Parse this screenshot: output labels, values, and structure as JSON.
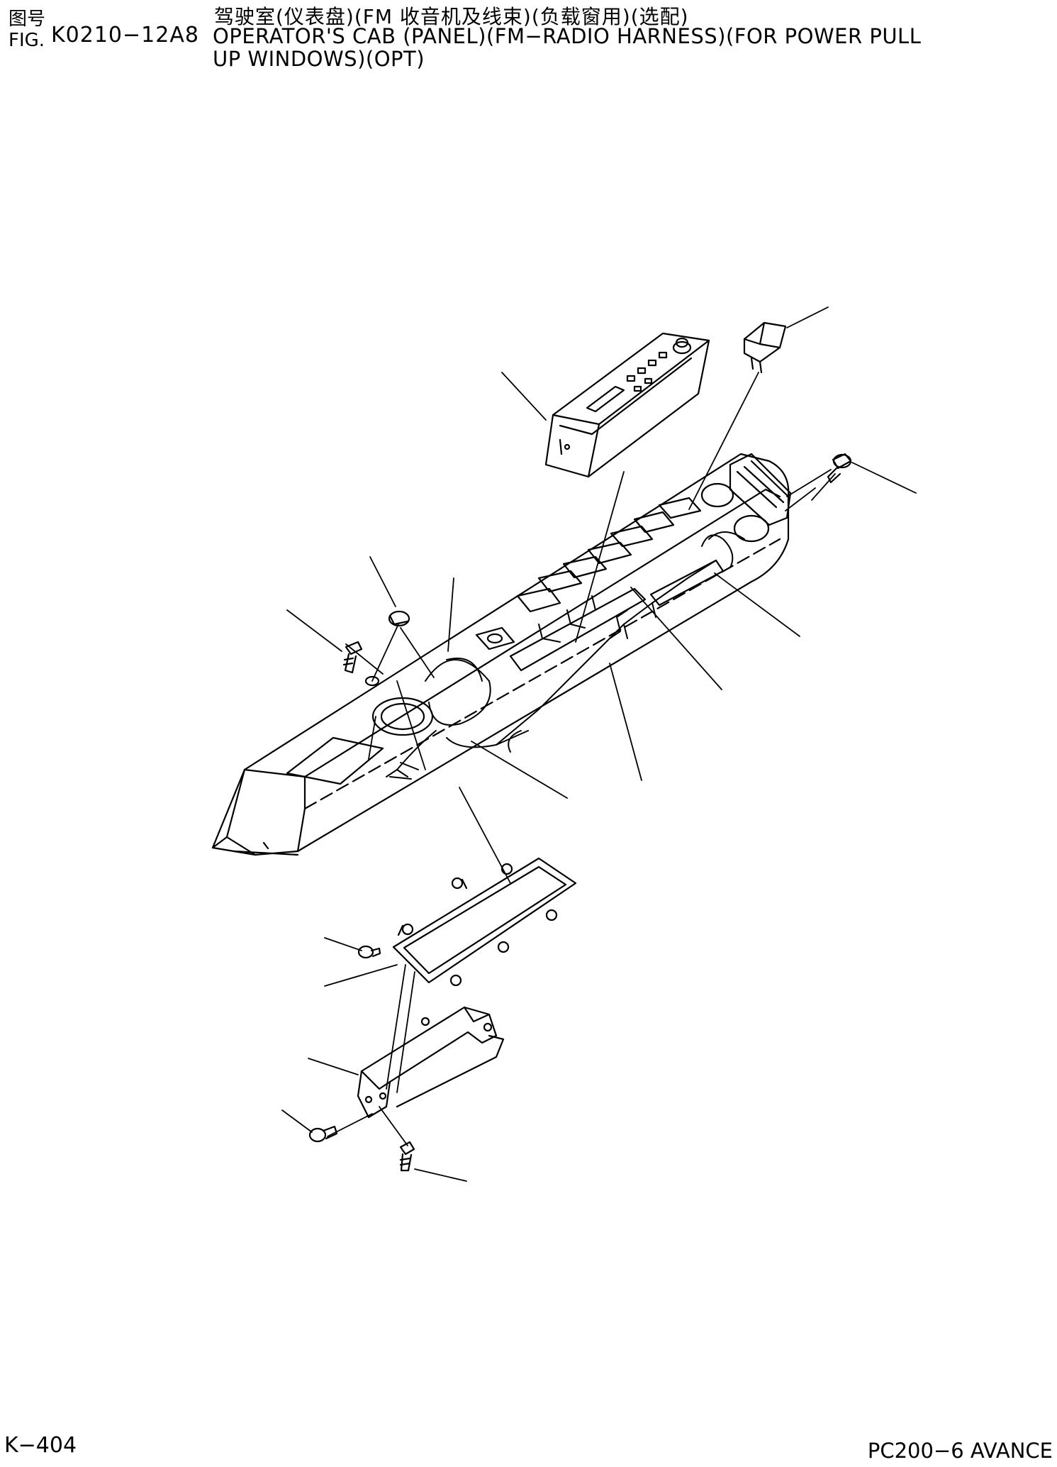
{
  "header": {
    "fig_label_cn": "图号",
    "fig_label_en": "FIG.",
    "fig_number": "K0210−12A8",
    "title_cn": "驾驶室(仪表盘)(FM 收音机及线束)(负载窗用)(选配)",
    "title_en_line1": "OPERATOR'S CAB (PANEL)(FM−RADIO HARNESS)(FOR POWER PULL",
    "title_en_line2": "UP WINDOWS)(OPT)"
  },
  "drawing": {
    "parts": [
      {
        "name": "fm-radio"
      },
      {
        "name": "switch"
      },
      {
        "name": "connector-bolt"
      },
      {
        "name": "cover-plug"
      },
      {
        "name": "bolt"
      },
      {
        "name": "wiring-harness"
      },
      {
        "name": "plate"
      },
      {
        "name": "bracket"
      }
    ]
  },
  "footer": {
    "page_number": "K−404",
    "model": "PC200−6 AVANCE"
  }
}
